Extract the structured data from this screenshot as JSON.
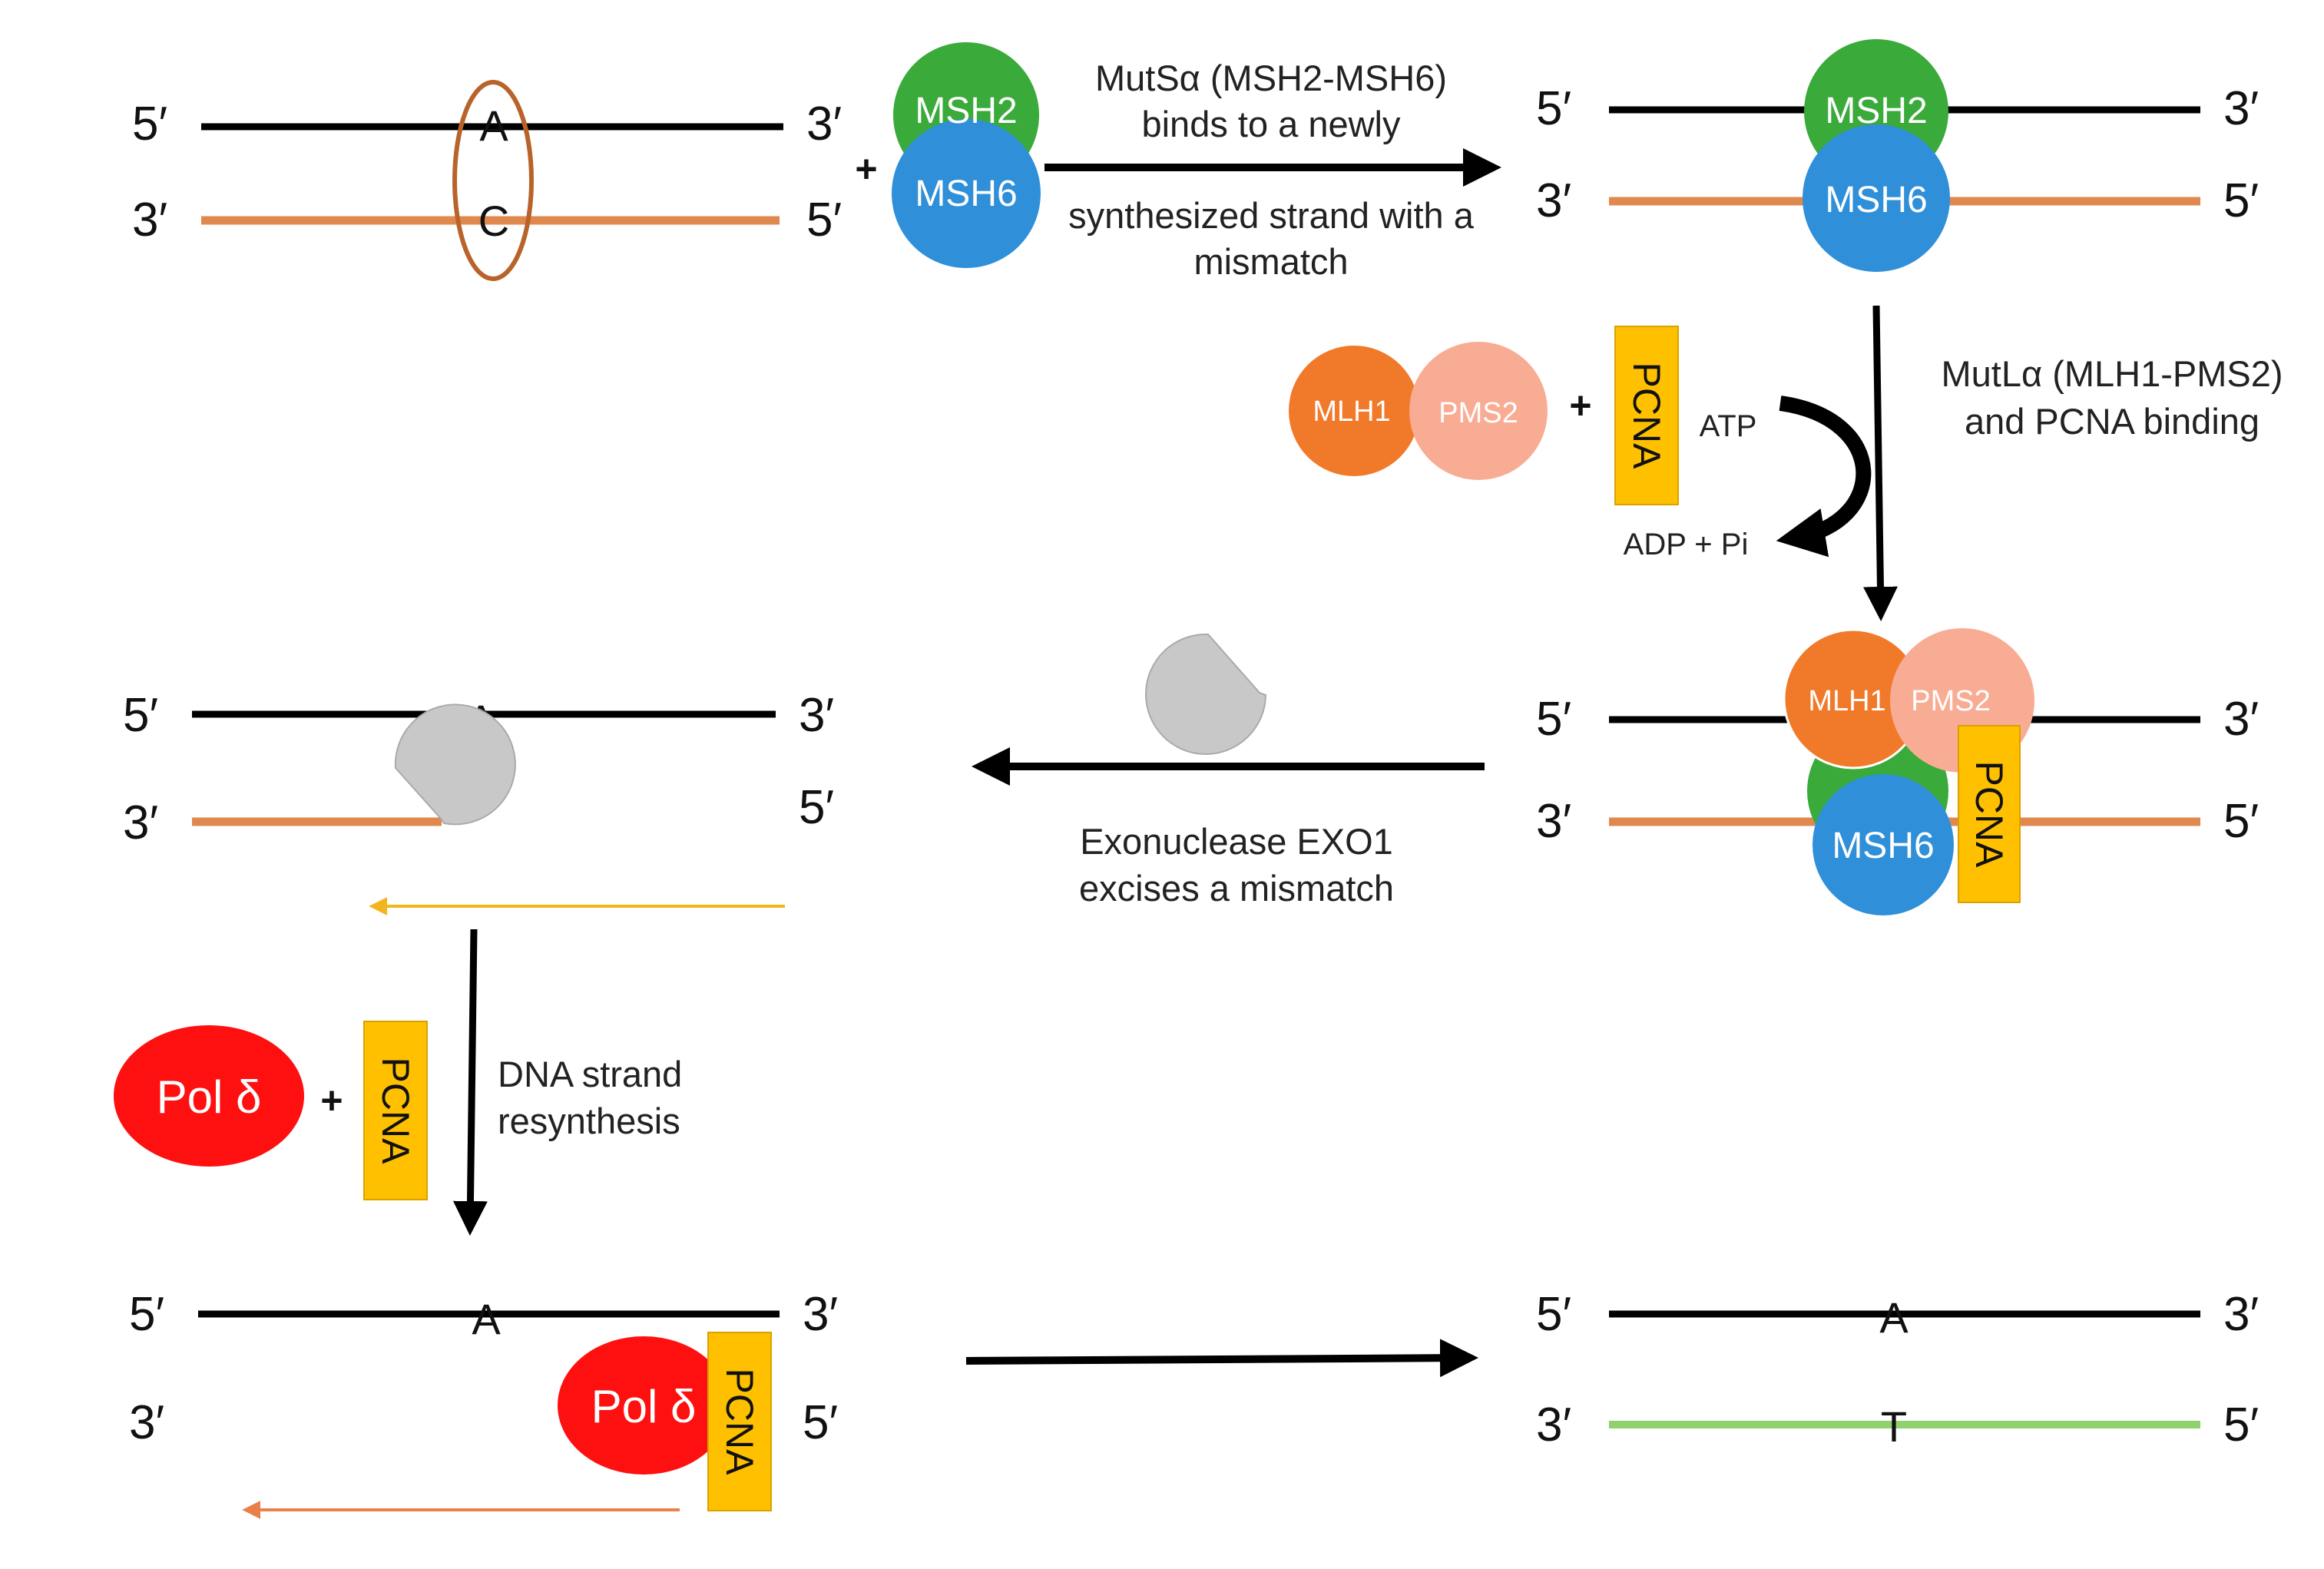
{
  "ends": {
    "five": "5′",
    "three": "3′"
  },
  "bases": {
    "a": "A",
    "c": "C",
    "t": "T"
  },
  "plus": "+",
  "proteins": {
    "msh2": "MSH2",
    "msh6": "MSH6",
    "mlh1": "MLH1",
    "pms2": "PMS2",
    "pcna": "PCNA",
    "pol": "Pol δ"
  },
  "steps": {
    "mutsa": [
      "MutSα (MSH2-MSH6)",
      "binds to a newly",
      "synthesized  strand with a",
      "mismatch"
    ],
    "mutla": [
      "MutLα (MLH1-PMS2)",
      "and PCNA binding"
    ],
    "atp": "ATP",
    "adp": "ADP + Pi",
    "exo": [
      "Exonuclease  EXO1",
      "excises a mismatch"
    ],
    "resyn": [
      "DNA strand",
      "resynthesis"
    ]
  },
  "colors": {
    "template_strand": "#000000",
    "new_strand": "#e0894f",
    "repaired_strand": "#8fd16a",
    "msh2": "#3aaa3a",
    "msh6": "#2f8fd8",
    "mlh1": "#f07a2a",
    "pms2": "#f9ac94",
    "pcna": "#ffc000",
    "pol": "#ff1010",
    "exo1": "#c8c8c8"
  }
}
